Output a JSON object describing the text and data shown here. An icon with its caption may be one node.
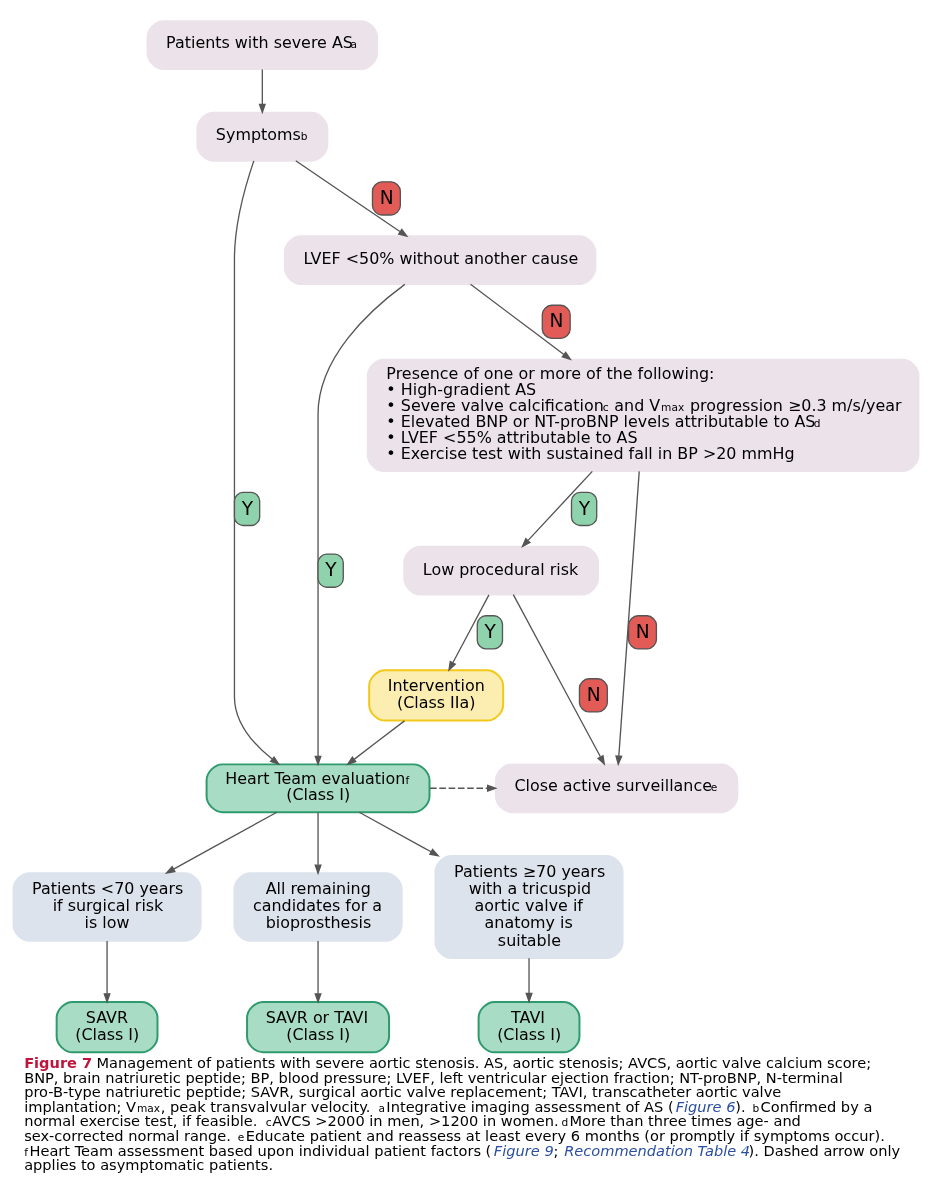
{
  "diagram": {
    "caption": "**Figure 7** Management of patients with severe aortic stenosis. AS, aortic stenosis; AVCS, aortic valve calcium score; BNP, brain natriuretic peptide; BP, blood pressure; LVEF, left ventricular ejection fraction; NT-proBNP, N-terminal pro-B-type natriuretic peptide; SAVR, surgical aortic valve replacement; TAVI, transcatheter aortic valve implantation; V$_{max}$, peak transvalvular velocity. $^{a}$Integrative imaging assessment of AS (*Figure 6*). $^{b}$Confirmed by a normal exercise test, if feasible. $^{c}$AVCS >2000 in men, >1200 in women. $^{d}$More than three times age- and sex-corrected normal range. $^{e}$Educate patient and reassess at least every 6 months (or promptly if symptoms occur). $^{f}$Heart Team assessment based upon individual patient factors (*Figure 9*; *Recommendation Table 4*). Dashed arrow only applies to asymptomatic patients.",
    "nodes": [
      {
        "text": [
          "Patients with severe AS$^{a}$"
        ]
      },
      {
        "text": [
          "Symptoms$^{b}$"
        ]
      },
      {
        "text": [
          "LVEF <50% without another cause"
        ]
      },
      {
        "text": [
          "Presence of one or more of the following:",
          "• High-gradient AS",
          "• Severe valve calcification$^{c}$ and V$_{max}$ progression ≥0.3 m/s/year",
          "• Elevated BNP or NT-proBNP levels attributable to AS$^{d}$",
          "• LVEF <55% attributable to AS",
          "• Exercise test with sustained fall in BP >20 mmHg"
        ]
      },
      {
        "text": [
          "Low procedural risk"
        ]
      },
      {
        "text": [
          "Intervention",
          "(Class IIa)"
        ]
      },
      {
        "text": [
          "Close active surveillance$^{e}$"
        ]
      },
      {
        "text": [
          "Heart Team evaluation$^{f}$",
          "(Class I)"
        ]
      },
      {
        "text": [
          "Patients <70 years if surgical risk is low"
        ]
      },
      {
        "text": [
          "All remaining candidates for a bioprosthesis"
        ]
      },
      {
        "text": [
          "Patients ≥70 years with a tricuspid aortic valve if anatomy is suitable"
        ]
      },
      {
        "text": [
          "SAVR",
          "(Class I)"
        ]
      },
      {
        "text": [
          "SAVR or TAVI",
          "(Class I)"
        ]
      },
      {
        "text": [
          "TAVI",
          "(Class I)"
        ]
      }
    ],
    "edges": [
      {
        "from": 0,
        "to": 1,
        "arrow": "to"
      },
      {
        "from": 1,
        "to": 2,
        "arrow": "to",
        "label": "N"
      },
      {
        "from": 1,
        "to": 7,
        "arrow": "to",
        "label": "Y"
      },
      {
        "from": 2,
        "to": 7,
        "arrow": "to",
        "label": "Y"
      },
      {
        "from": 2,
        "to": 3,
        "arrow": "to",
        "label": "N"
      },
      {
        "from": 3,
        "to": 6,
        "arrow": "to",
        "label": "N"
      },
      {
        "from": 3,
        "to": 4,
        "arrow": "to",
        "label": "Y"
      },
      {
        "from": 4,
        "to": 6,
        "arrow": "to",
        "label": "N"
      },
      {
        "from": 4,
        "to": 5,
        "arrow": "to",
        "label": "Y"
      },
      {
        "from": 5,
        "to": 7,
        "arrow": "to"
      },
      {
        "from": 7,
        "to": 6,
        "arrow": "to",
        "style": "dashed"
      },
      {
        "from": 7,
        "to": 8,
        "arrow": "to"
      },
      {
        "from": 7,
        "to": 9,
        "arrow": "to"
      },
      {
        "from": 7,
        "to": 10,
        "arrow": "to"
      },
      {
        "from": 8,
        "to": 11,
        "arrow": "to"
      },
      {
        "from": 9,
        "to": 12,
        "arrow": "to"
      },
      {
        "from": 10,
        "to": 13,
        "arrow": "to"
      }
    ]
  }
}
